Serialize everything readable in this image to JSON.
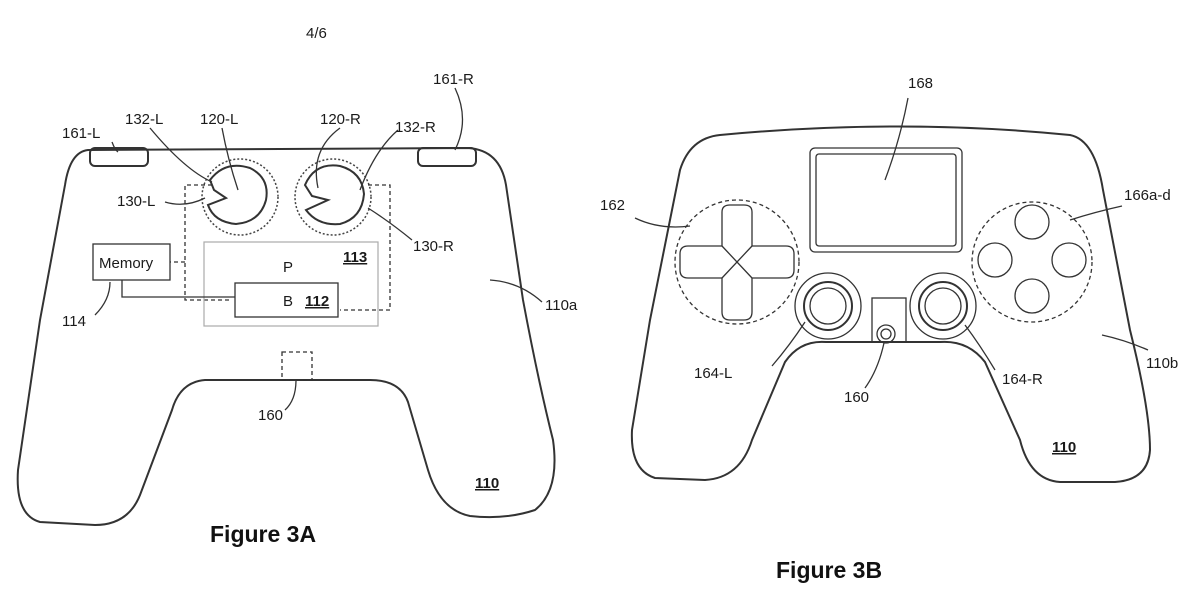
{
  "page_number": "4/6",
  "figure_a": {
    "caption": "Figure 3A",
    "labels": {
      "l161L": "161-L",
      "l161R": "161-R",
      "l132L": "132-L",
      "l120L": "120-L",
      "l120R": "120-R",
      "l132R": "132-R",
      "l130L": "130-L",
      "l130R": "130-R",
      "memory": "Memory",
      "l114": "114",
      "p": "P",
      "l113": "113",
      "b": "B",
      "l112": "112",
      "l110a": "110a",
      "l160": "160",
      "l110": "110"
    }
  },
  "figure_b": {
    "caption": "Figure 3B",
    "labels": {
      "l168": "168",
      "l162": "162",
      "l166": "166a-d",
      "l164L": "164-L",
      "l164R": "164-R",
      "l160": "160",
      "l110b": "110b",
      "l110": "110"
    }
  }
}
